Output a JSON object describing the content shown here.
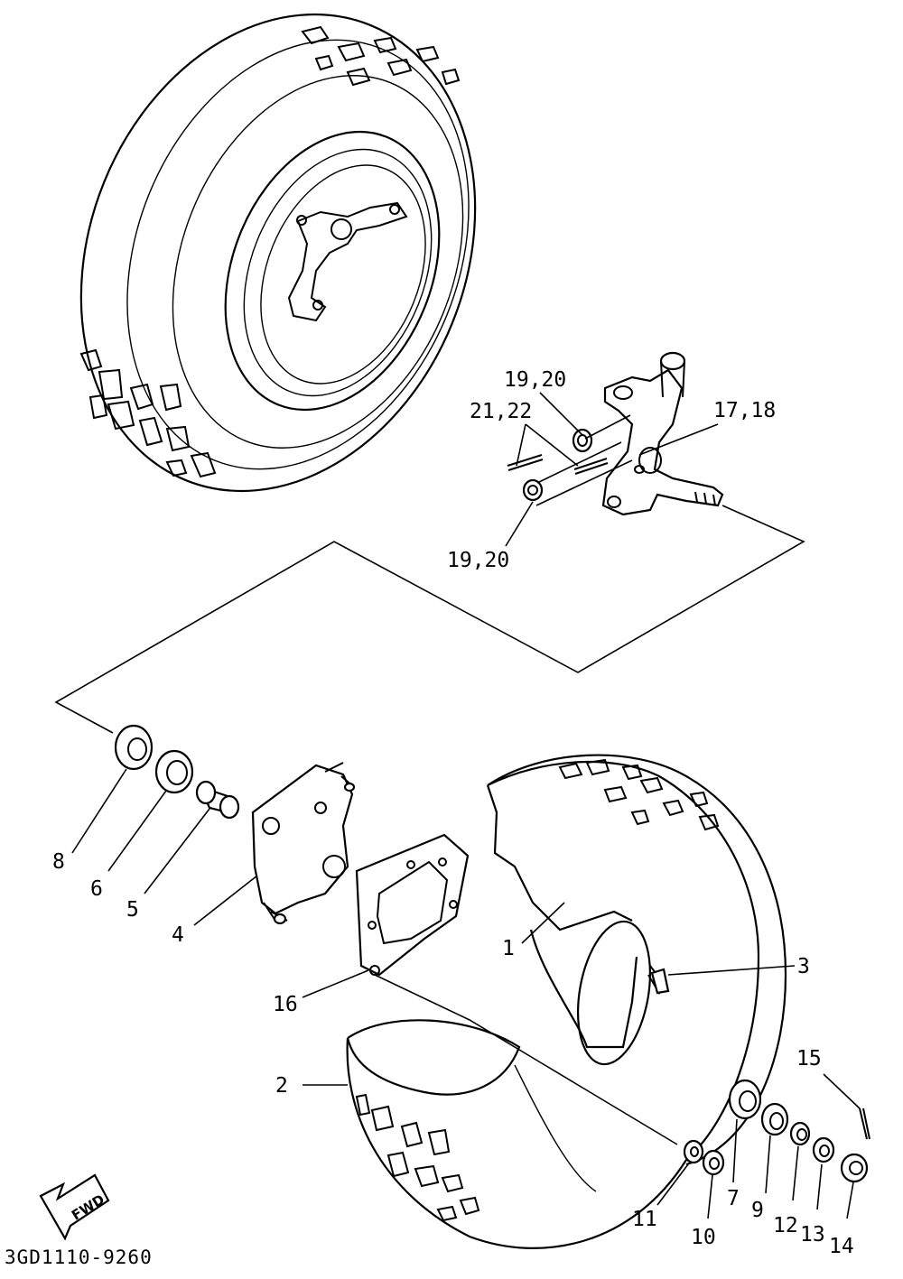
{
  "diagram": {
    "code": "3GD1110-9260",
    "fwd_label": "FWD",
    "callouts": {
      "p1": "1",
      "p2": "2",
      "p3": "3",
      "p4": "4",
      "p5": "5",
      "p6": "6",
      "p7": "7",
      "p8": "8",
      "p9": "9",
      "p10": "10",
      "p11": "11",
      "p12": "12",
      "p13": "13",
      "p14": "14",
      "p15": "15",
      "p16": "16",
      "p17_18": "17,18",
      "p19_20_top": "19,20",
      "p19_20_bottom": "19,20",
      "p21_22": "21,22"
    }
  }
}
